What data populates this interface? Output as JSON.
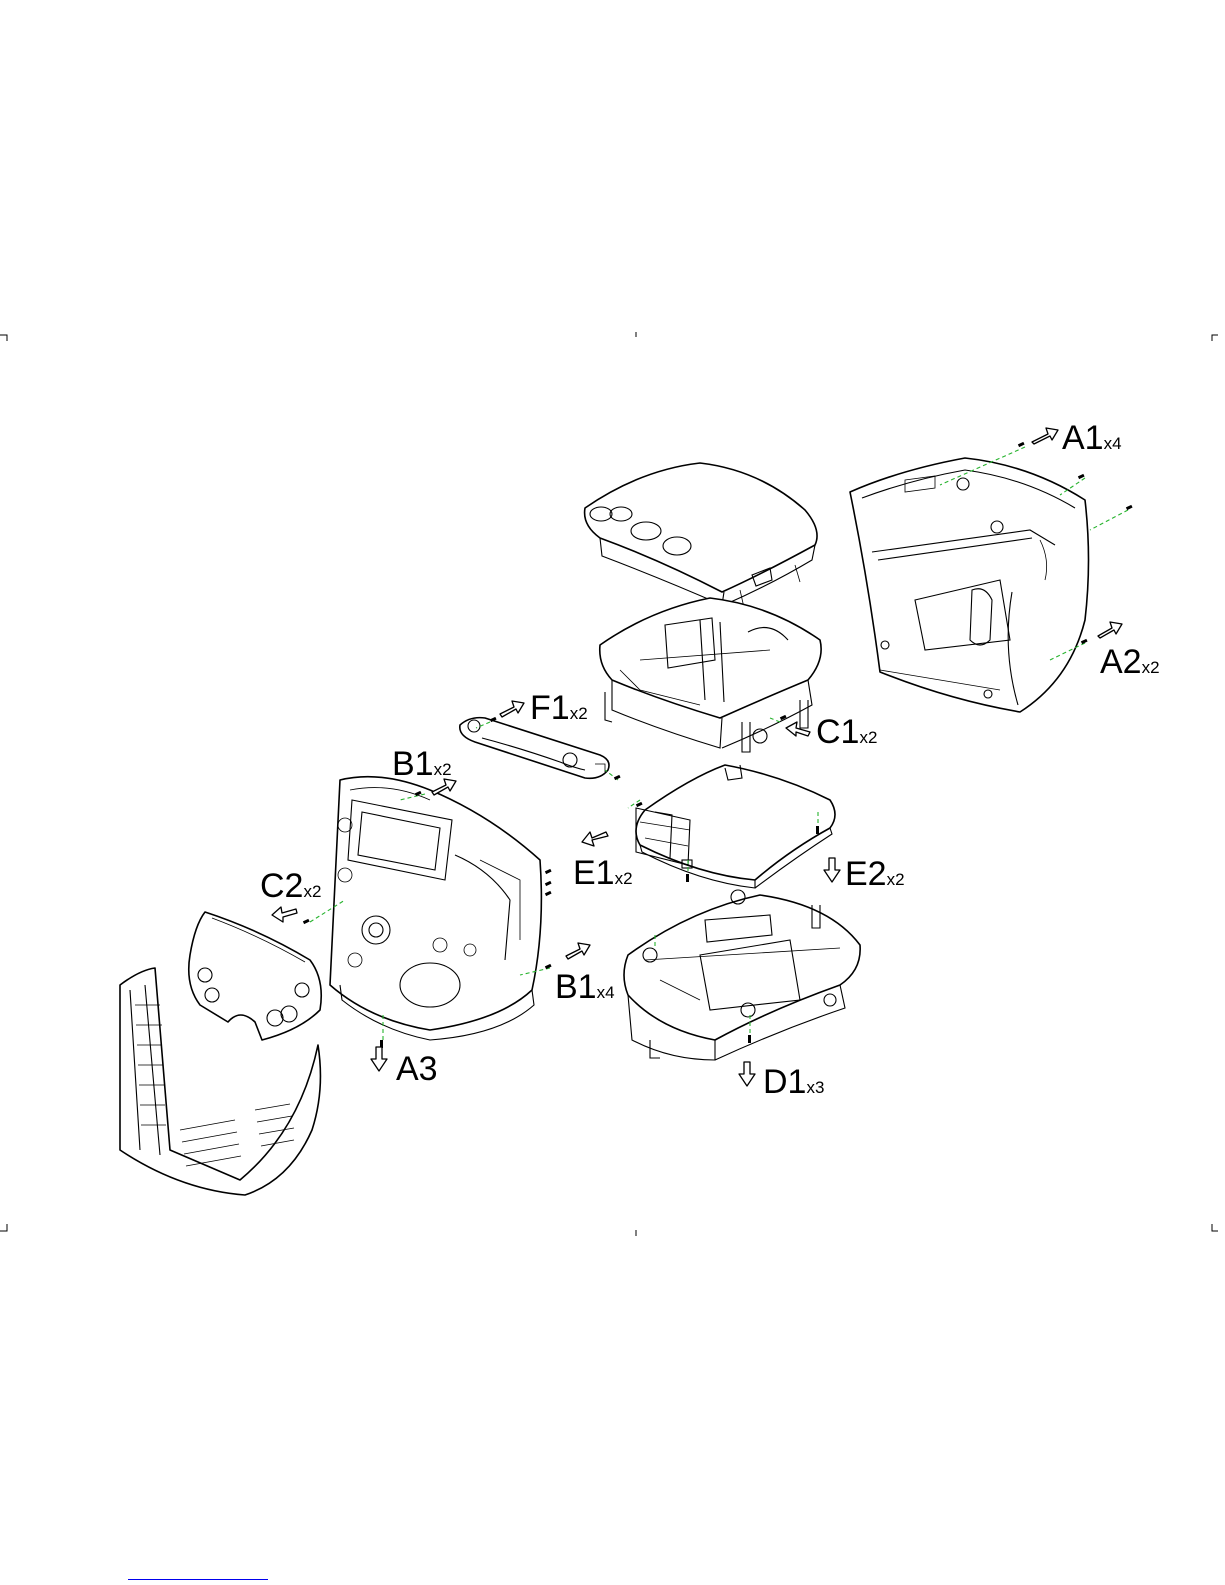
{
  "callouts": [
    {
      "id": "A1",
      "qty": "x4"
    },
    {
      "id": "A2",
      "qty": "x2"
    },
    {
      "id": "C1",
      "qty": "x2"
    },
    {
      "id": "F1",
      "qty": "x2"
    },
    {
      "id": "B1-top",
      "label": "B1",
      "qty": "x2"
    },
    {
      "id": "E1",
      "qty": "x2"
    },
    {
      "id": "E2",
      "qty": "x2"
    },
    {
      "id": "C2",
      "qty": "x2"
    },
    {
      "id": "B1-side",
      "label": "B1",
      "qty": "x4"
    },
    {
      "id": "A3",
      "qty": ""
    },
    {
      "id": "D1",
      "qty": "x3"
    }
  ],
  "colors": {
    "line": "#000000",
    "guide": "#27b32e",
    "background": "#ffffff",
    "link": "#0000ee"
  }
}
